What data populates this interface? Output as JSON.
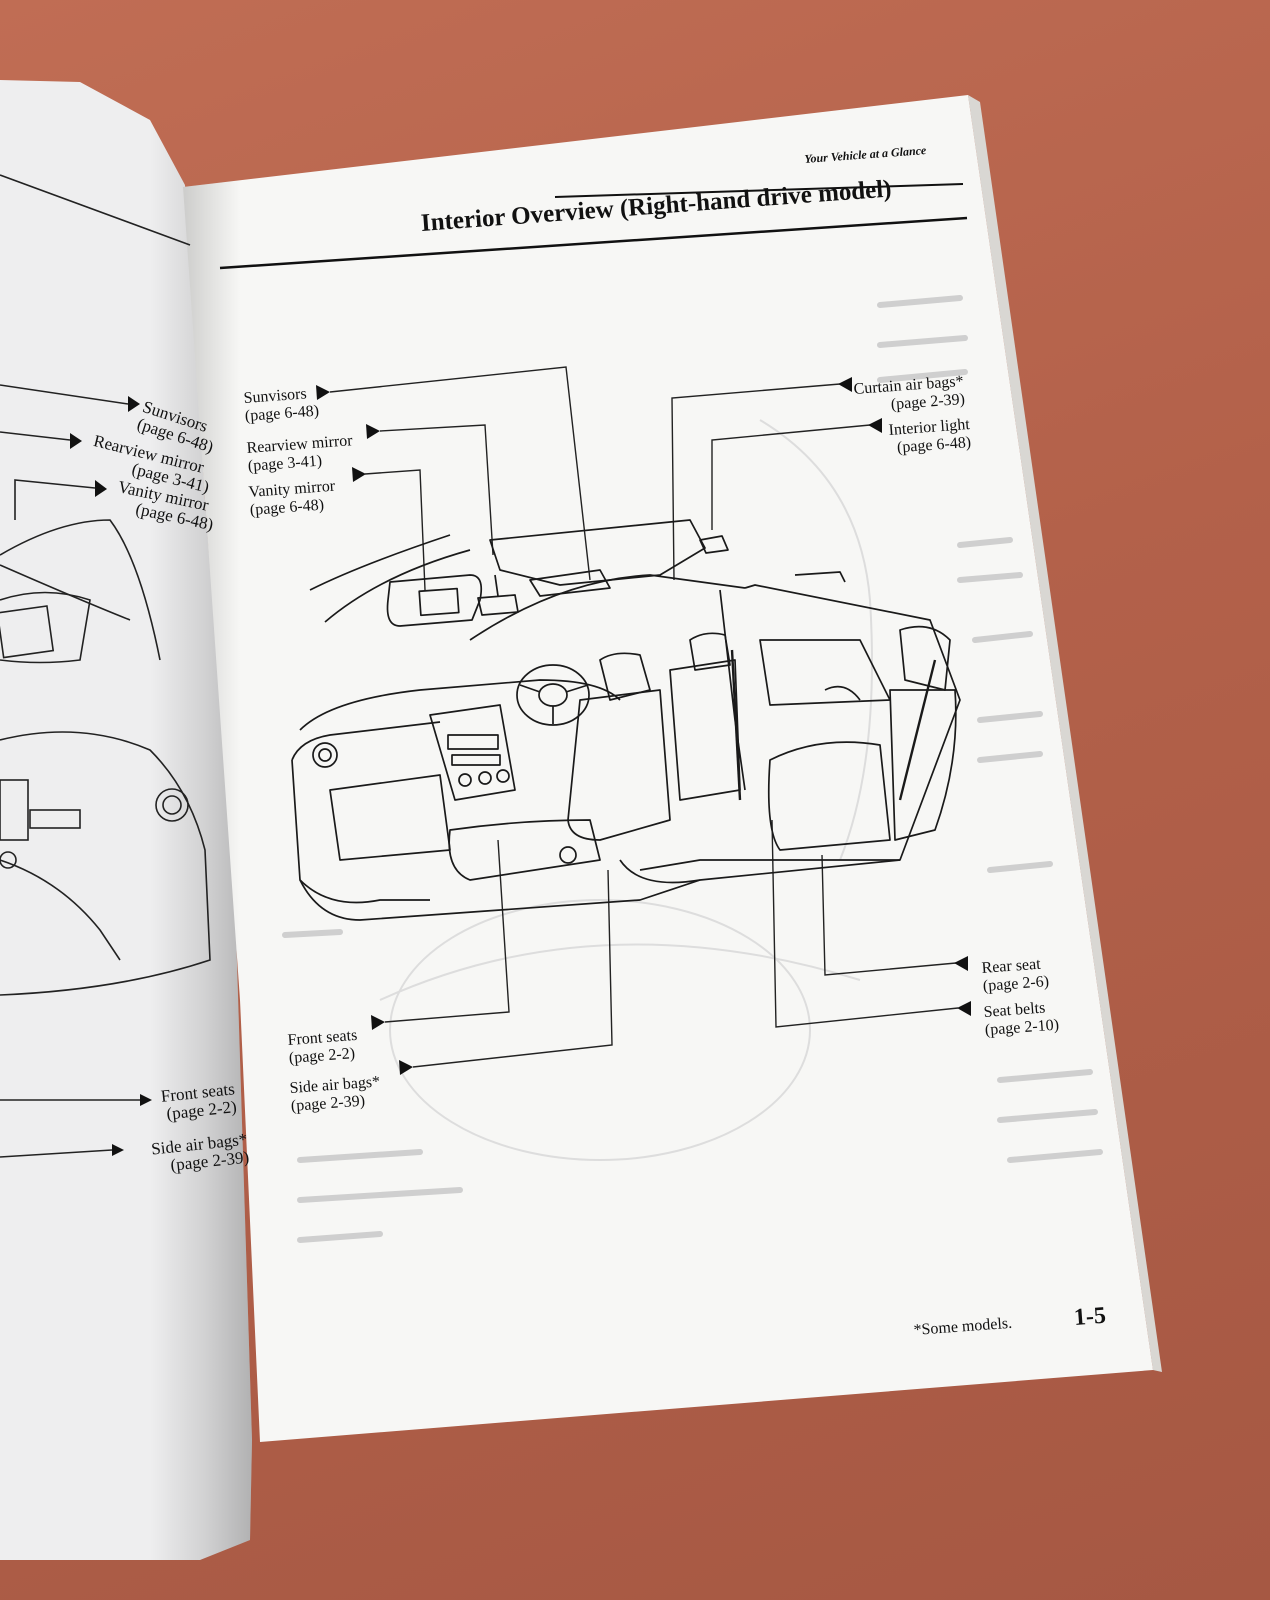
{
  "header": {
    "section": "Your Vehicle at a Glance",
    "title": "Interior Overview (Right-hand drive model)"
  },
  "callouts": {
    "sunvisors": {
      "label": "Sunvisors",
      "page": "(page 6-48)"
    },
    "rearview_mirror": {
      "label": "Rearview mirror",
      "page": "(page 3-41)"
    },
    "vanity_mirror": {
      "label": "Vanity mirror",
      "page": "(page 6-48)"
    },
    "curtain_air_bags": {
      "label": "Curtain air bags*",
      "page": "(page 2-39)"
    },
    "interior_light": {
      "label": "Interior light",
      "page": "(page 6-48)"
    },
    "front_seats": {
      "label": "Front seats",
      "page": "(page 2-2)"
    },
    "side_air_bags": {
      "label": "Side air bags*",
      "page": "(page 2-39)"
    },
    "rear_seat": {
      "label": "Rear seat",
      "page": "(page 2-6)"
    },
    "seat_belts": {
      "label": "Seat belts",
      "page": "(page 2-10)"
    }
  },
  "left_page": {
    "sunvisors": {
      "label": "Sunvisors",
      "page": "(page 6-48)"
    },
    "rearview_mirror": {
      "label": "Rearview mirror",
      "page": "(page 3-41)"
    },
    "vanity_mirror": {
      "label": "Vanity mirror",
      "page": "(page 6-48)"
    },
    "front_seats": {
      "label": "Front seats",
      "page": "(page 2-2)"
    },
    "side_air_bags": {
      "label": "Side air bags*",
      "page": "(page 2-39)"
    }
  },
  "footer": {
    "footnote": "*Some models.",
    "page_number": "1-5"
  },
  "colors": {
    "table": "#b5654c",
    "paper": "#f7f7f5",
    "ink": "#111111"
  }
}
